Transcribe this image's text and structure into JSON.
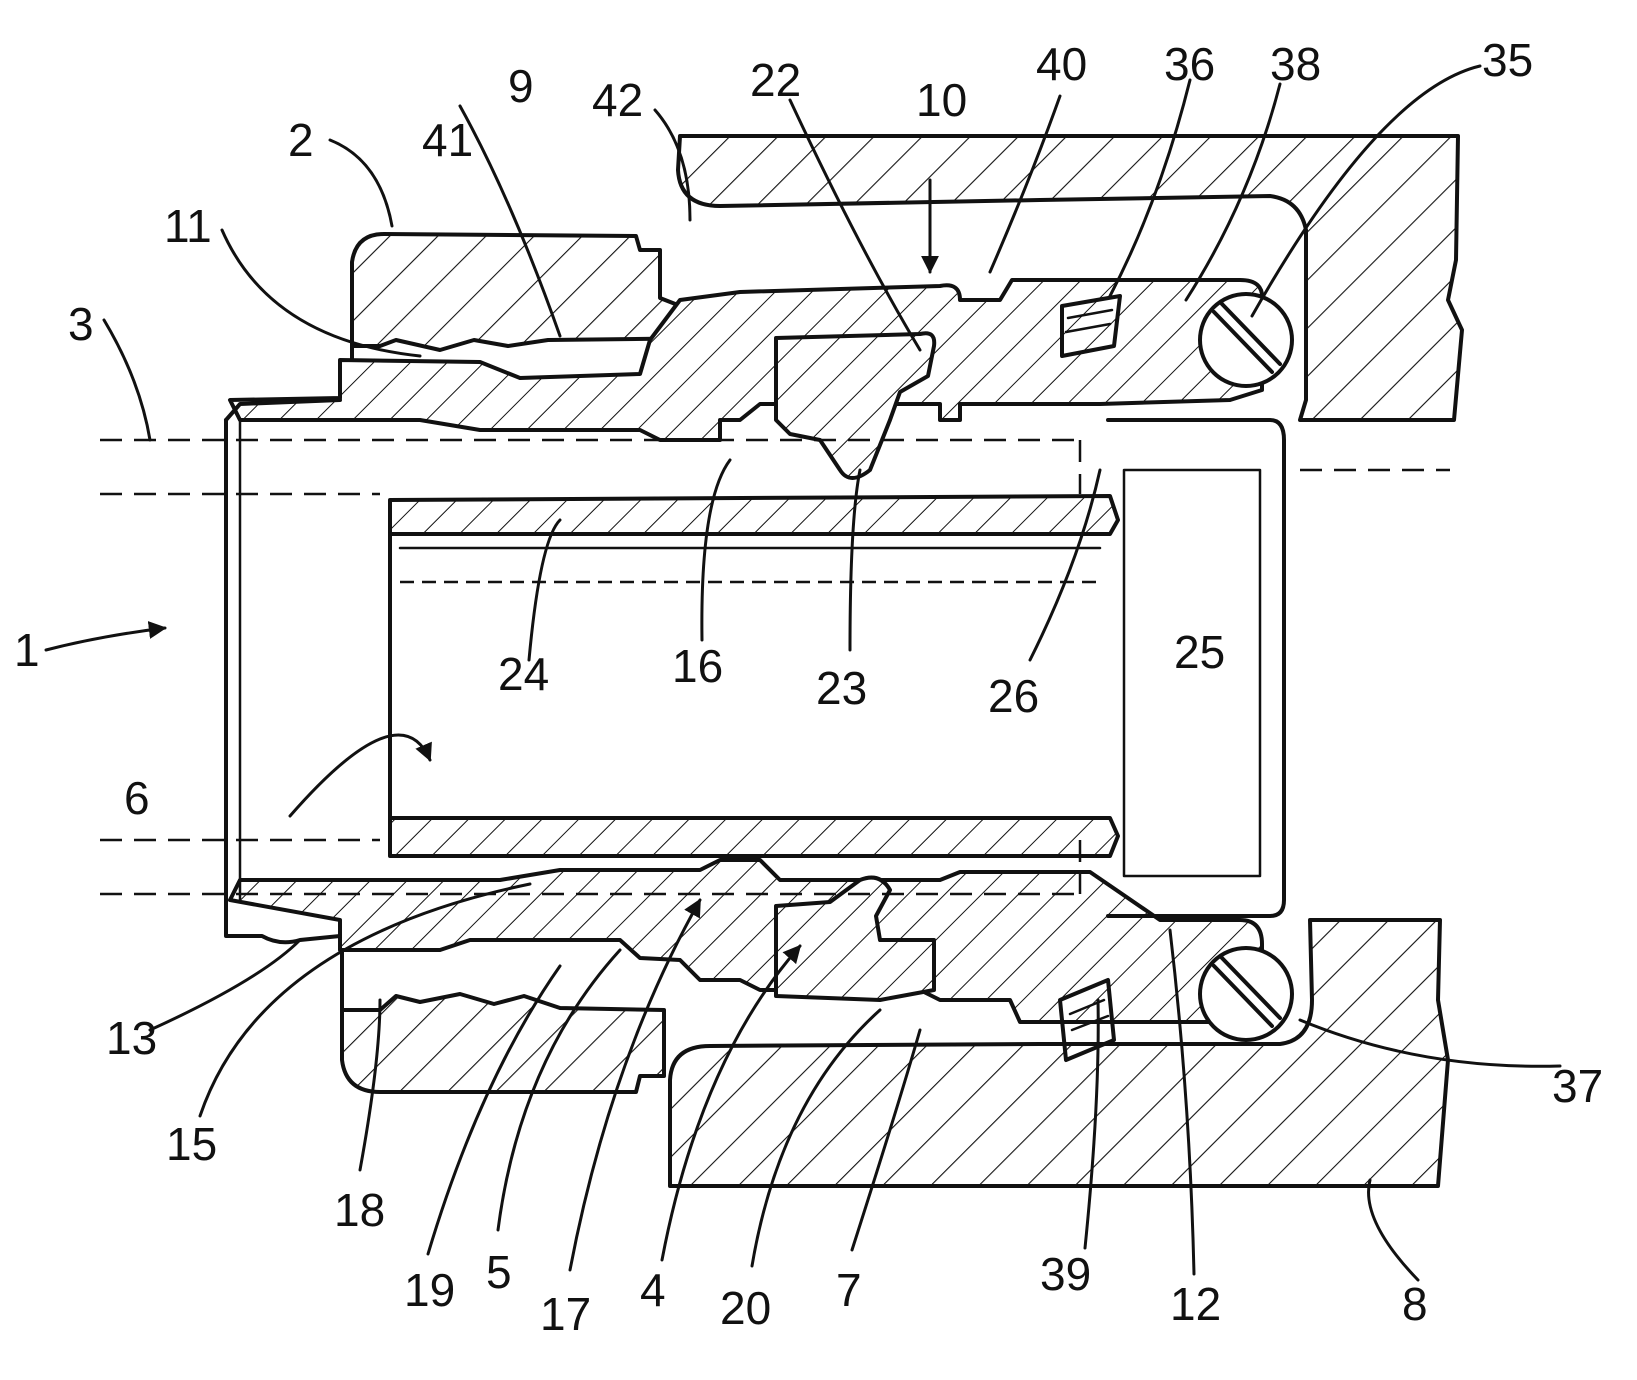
{
  "figure": {
    "reference_numerals": [
      "1",
      "2",
      "3",
      "4",
      "5",
      "6",
      "7",
      "8",
      "9",
      "10",
      "11",
      "12",
      "13",
      "15",
      "16",
      "17",
      "18",
      "19",
      "20",
      "22",
      "23",
      "24",
      "25",
      "26",
      "35",
      "36",
      "37",
      "38",
      "39",
      "40",
      "41",
      "42"
    ]
  }
}
